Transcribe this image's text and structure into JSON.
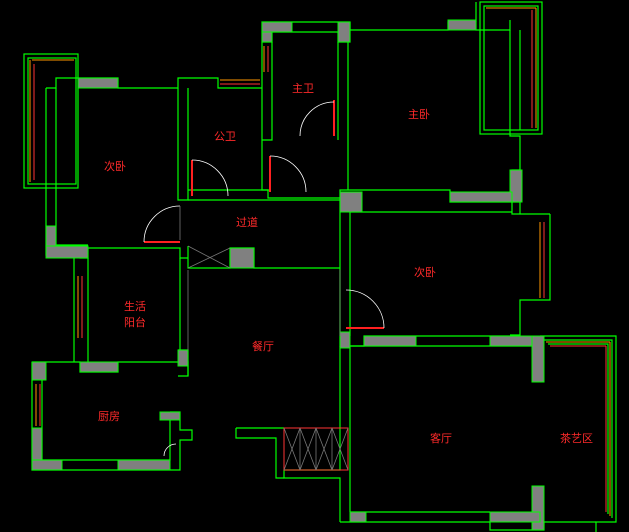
{
  "plan": {
    "rooms": {
      "master_bath": "主卫",
      "master_bedroom": "主卧",
      "public_bath": "公卫",
      "second_bedroom_west": "次卧",
      "corridor": "过道",
      "second_bedroom_east": "次卧",
      "utility_balcony_line1": "生活",
      "utility_balcony_line2": "阳台",
      "dining": "餐厅",
      "kitchen": "厨房",
      "living": "客厅",
      "tea_area": "茶艺区"
    }
  },
  "colors": {
    "background": "#000000",
    "wall": "#00ff00",
    "column": "#808080",
    "window_orange": "#ff9900",
    "window_red": "#ff3333",
    "label": "#ff2a2a",
    "door": "#ff2020"
  }
}
